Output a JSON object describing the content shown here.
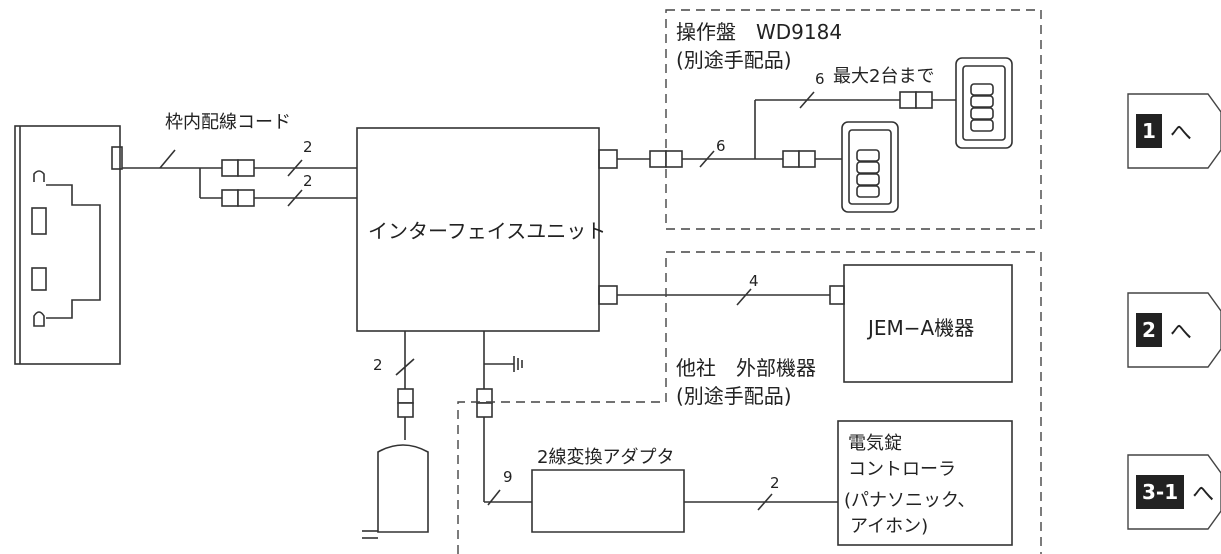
{
  "labels": {
    "cord": "枠内配線コード",
    "interface_unit": "インターフェイスユニット",
    "panel_title": "操作盤　WD9184",
    "panel_sub": "(別途手配品)",
    "max_units": "最大2台まで",
    "jem": "JEM−A機器",
    "other_title": "他社　外部機器",
    "other_sub": "(別途手配品)",
    "adapter": "2線変換アダプタ",
    "lock_1": "電気錠",
    "lock_2": "コントローラ",
    "lock_3": "(パナソニック、",
    "lock_4": "アイホン)"
  },
  "wire_counts": {
    "cord_upper": "2",
    "cord_lower": "2",
    "panel_main": "6",
    "panel_upper": "6",
    "jem": "4",
    "power": "2",
    "adapter_in": "9",
    "adapter_out": "2"
  },
  "refs": [
    {
      "badge": "1",
      "suffix": "へ"
    },
    {
      "badge": "2",
      "suffix": "へ"
    },
    {
      "badge": "3-1",
      "suffix": "へ"
    }
  ]
}
